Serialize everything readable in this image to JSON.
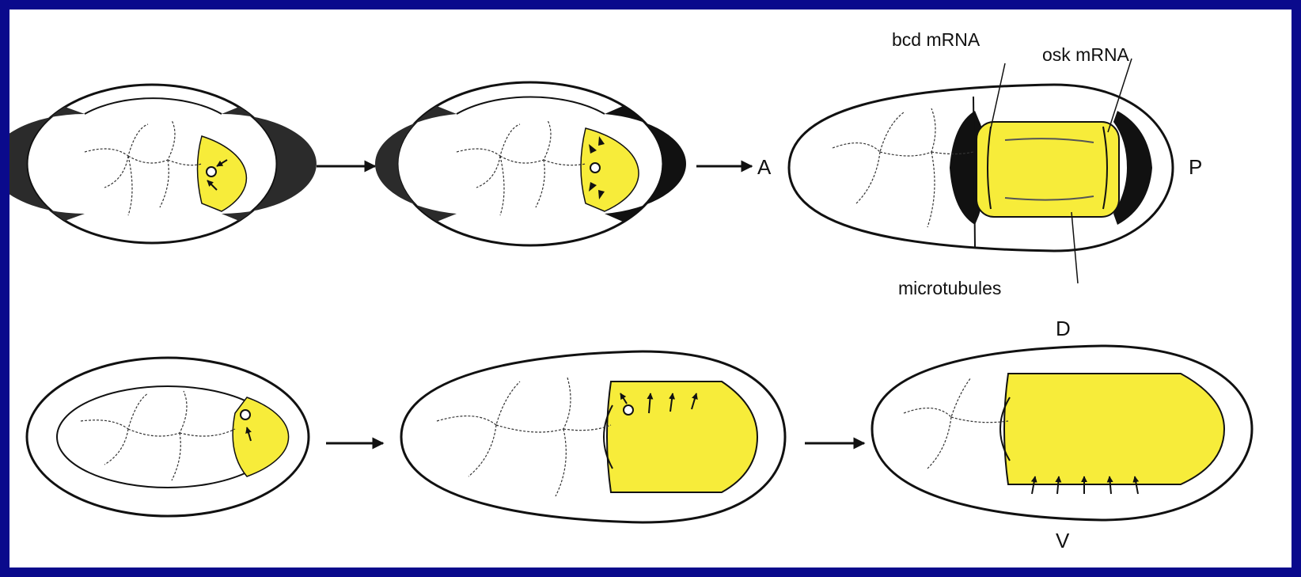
{
  "labels": {
    "bcd": "bcd mRNA",
    "osk": "osk mRNA",
    "microtubules": "microtubules",
    "anterior": "A",
    "posterior": "P",
    "dorsal": "D",
    "ventral": "V"
  },
  "colors": {
    "frame": "#0a0a8c",
    "highlight": "#f7ec3a",
    "ink": "#111111",
    "background": "#ffffff"
  }
}
